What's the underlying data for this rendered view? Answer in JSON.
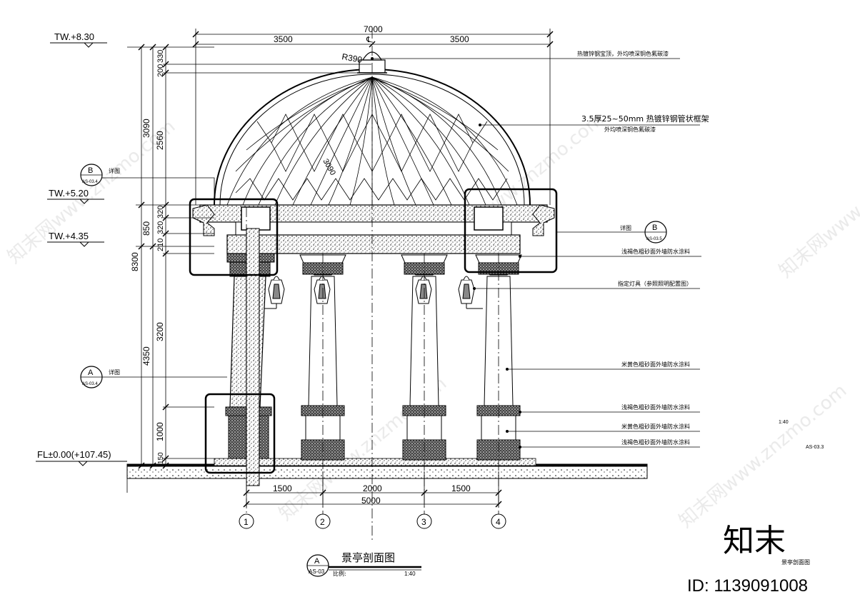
{
  "levels": {
    "top": "TW.+8.30",
    "ring_top": "TW.+5.20",
    "ring_bottom": "TW.+4.35",
    "floor": "FL±0.00(+107.45)"
  },
  "dims_top": {
    "total": "7000",
    "left": "3500",
    "right": "3500"
  },
  "dims_left_outer": {
    "a": "3090",
    "b": "850",
    "c": "8300",
    "d": "4350"
  },
  "dims_left_inner": {
    "a": "330",
    "b": "200",
    "c": "2560",
    "d": "320",
    "e": "320",
    "f": "210",
    "g": "3200",
    "h": "1000",
    "i": "150"
  },
  "radius_label": "R390",
  "dome_radius_label": "3090",
  "dims_bottom": {
    "a": "1500",
    "b": "2000",
    "c": "1500",
    "total": "5000"
  },
  "axes": [
    "1",
    "2",
    "3",
    "4"
  ],
  "callouts": {
    "finial": "热镀锌钢宝顶，外均喷深铜色氟碳漆",
    "frame_1": "3.5厚25~50mm 热镀锌钢管状框架",
    "frame_2": "外均喷深铜色氟碳漆",
    "detail_b": "详图",
    "paint_1": "浅褐色粗砂面外墙防水涂料",
    "lamp": "指定灯具（参照照明配置图）",
    "paint_2": "米黄色粗砂面外墙防水涂料",
    "paint_3": "浅褐色粗砂面外墙防水涂料",
    "paint_4": "米黄色粗砂面外墙防水涂料",
    "paint_5": "浅褐色粗砂面外墙防水涂料"
  },
  "detail_b_left": {
    "letter": "B",
    "sheet": "AS-03.4",
    "text": "详图"
  },
  "detail_b_right": {
    "letter": "B",
    "sheet": "AS-03.5"
  },
  "detail_a": {
    "letter": "A",
    "sheet": "AS-03.4",
    "text": "详图"
  },
  "title_block": {
    "letter": "A",
    "sheet": "AS-03",
    "title": "景亭剖面图",
    "scale_label": "比例:",
    "scale": "1:40"
  },
  "side_notes": {
    "scale": "1:40",
    "sheet": "AS-03.3"
  },
  "brand": {
    "logo": "知末",
    "subtitle": "景亭剖面图",
    "id": "ID: 1139091008",
    "watermark": "知末网www.znzmo.com"
  }
}
